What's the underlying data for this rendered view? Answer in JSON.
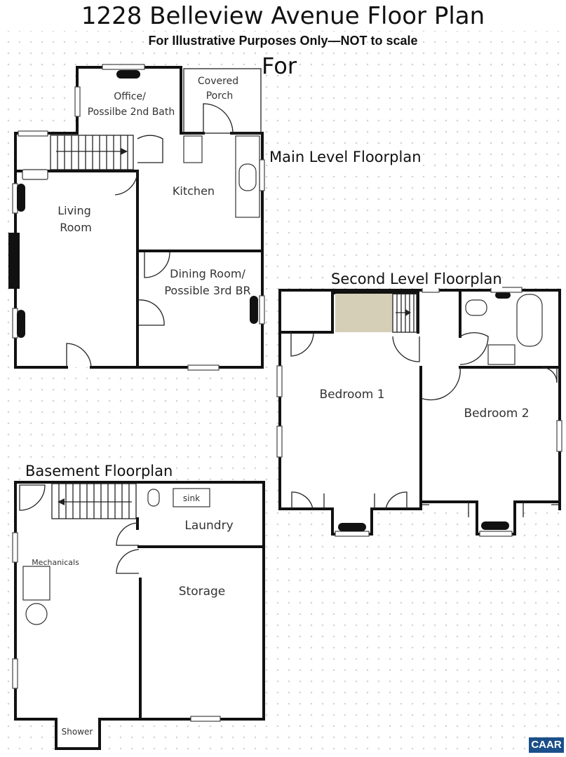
{
  "header": {
    "title": "1228 Belleview Avenue Floor Plan",
    "subtitle": "For Illustrative Purposes Only—NOT to scale",
    "stray_text": "For"
  },
  "levels": {
    "main": "Main Level Floorplan",
    "second": "Second  Level Floorplan",
    "basement": "Basement Floorplan"
  },
  "rooms": {
    "office_line1": "Office/",
    "office_line2": "Possilbe 2nd Bath",
    "porch_line1": "Covered",
    "porch_line2": "Porch",
    "kitchen": "Kitchen",
    "living_line1": "Living",
    "living_line2": "Room",
    "dining_line1": "Dining Room/",
    "dining_line2": "Possible 3rd BR",
    "bedroom1": "Bedroom 1",
    "bedroom2": "Bedroom 2",
    "sink": "sink",
    "laundry": "Laundry",
    "mechanicals": "Mechanicals",
    "storage": "Storage",
    "shower": "Shower"
  },
  "badge": {
    "text": "CAAR"
  }
}
